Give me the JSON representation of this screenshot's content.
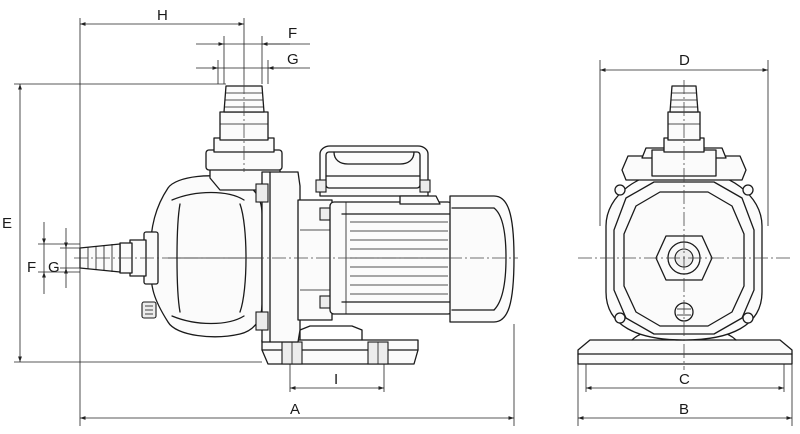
{
  "labels": {
    "A": "A",
    "B": "B",
    "C": "C",
    "D": "D",
    "E": "E",
    "F_top": "F",
    "G_top": "G",
    "F_left": "F",
    "G_left": "G",
    "H": "H",
    "I": "I"
  }
}
